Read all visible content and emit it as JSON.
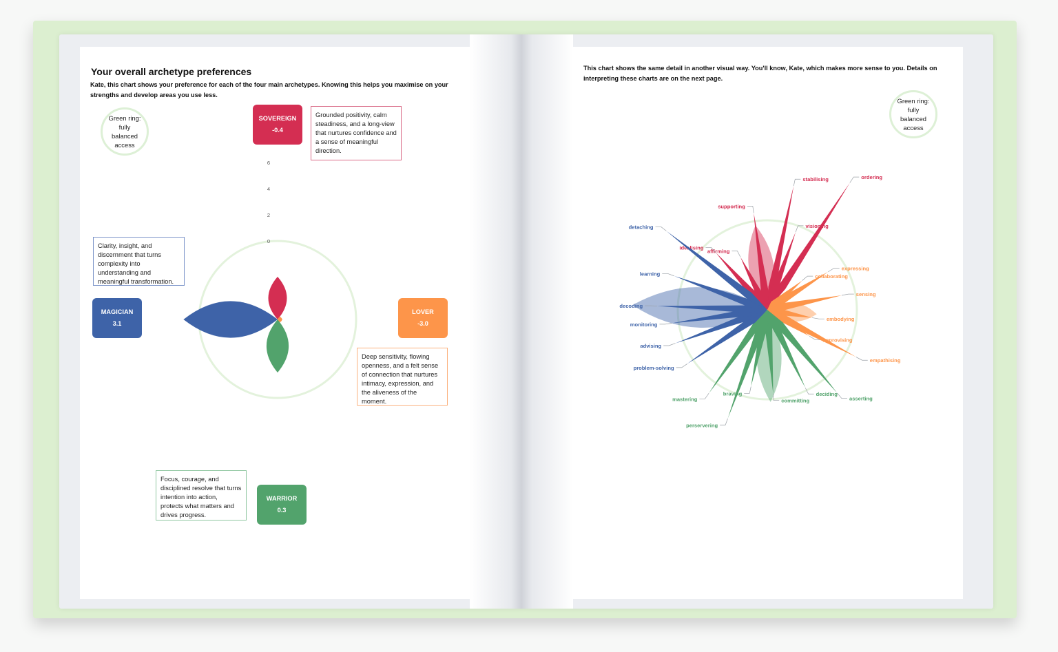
{
  "left_page": {
    "heading": "Your overall archetype preferences",
    "intro": "Kate, this chart shows your preference for each of the four main archetypes. Knowing this helps you maximise on your strengths and develop areas you use less.",
    "ring_note": "Green ring: fully balanced access",
    "archetypes": [
      {
        "name": "SOVEREIGN",
        "score": "-0.4",
        "color": "#d42e52",
        "description": "Grounded positivity, calm steadiness, and a long-view that nurtures confidence and a sense of meaningful direction."
      },
      {
        "name": "MAGICIAN",
        "score": "3.1",
        "color": "#3e63a8",
        "description": "Clarity, insight, and discernment that turns complexity into understanding and meaningful transformation."
      },
      {
        "name": "LOVER",
        "score": "-3.0",
        "color": "#fd954a",
        "description": "Deep sensitivity, flowing openness, and a felt sense of connection that nurtures intimacy, expression, and the aliveness of the moment."
      },
      {
        "name": "WARRIOR",
        "score": "0.3",
        "color": "#52a36c",
        "description": "Focus, courage, and disciplined resolve that turns intention into action, protects what matters and drives progress."
      }
    ]
  },
  "right_page": {
    "intro": "This chart shows the same detail in another visual way.  You'll know, Kate, which makes more sense to you.  Details on interpreting these charts are on the next page.",
    "ring_note": "Green ring: fully balanced access"
  },
  "colors": {
    "sovereign": "#d42e52",
    "magician": "#3e63a8",
    "lover": "#fd954a",
    "warrior": "#52a36c",
    "ring": "#e3f2dc",
    "cover": "#dcefd0"
  },
  "chart_data": [
    {
      "type": "radial-petal",
      "radial_ticks": [
        0,
        2,
        4,
        6
      ],
      "series": [
        {
          "name": "SOVEREIGN",
          "value": -0.4
        },
        {
          "name": "MAGICIAN",
          "value": 3.1
        },
        {
          "name": "LOVER",
          "value": -3.0
        },
        {
          "name": "WARRIOR",
          "value": 0.3
        }
      ]
    },
    {
      "type": "radial-spike",
      "spikes": [
        {
          "label": "stabilising",
          "group": "sovereign",
          "angle": 12,
          "value": 9.2
        },
        {
          "label": "ordering",
          "group": "sovereign",
          "angle": 33,
          "value": 11.0
        },
        {
          "label": "visioning",
          "group": "sovereign",
          "angle": 20,
          "value": 6.0
        },
        {
          "label": "supporting",
          "group": "sovereign",
          "angle": 352,
          "value": 7.1
        },
        {
          "label": "affirming",
          "group": "sovereign",
          "angle": 333,
          "value": 4.3
        },
        {
          "label": "idealising",
          "group": "sovereign",
          "angle": 318,
          "value": 5.6
        },
        {
          "label": "expressing",
          "group": "lover",
          "angle": 58,
          "value": 5.2
        },
        {
          "label": "collaborating",
          "group": "lover",
          "angle": 50,
          "value": 3.3
        },
        {
          "label": "sensing",
          "group": "lover",
          "angle": 79,
          "value": 5.5
        },
        {
          "label": "embodying",
          "group": "lover",
          "angle": 100,
          "value": 3.3
        },
        {
          "label": "improvising",
          "group": "lover",
          "angle": 122,
          "value": 3.6
        },
        {
          "label": "empathising",
          "group": "lover",
          "angle": 118,
          "value": 7.3
        },
        {
          "label": "asserting",
          "group": "warrior",
          "angle": 140,
          "value": 7.9
        },
        {
          "label": "deciding",
          "group": "warrior",
          "angle": 154,
          "value": 6.3
        },
        {
          "label": "committing",
          "group": "warrior",
          "angle": 176,
          "value": 6.1
        },
        {
          "label": "braving",
          "group": "warrior",
          "angle": 192,
          "value": 5.7
        },
        {
          "label": "perservering",
          "group": "warrior",
          "angle": 200,
          "value": 8.4
        },
        {
          "label": "mastering",
          "group": "warrior",
          "angle": 215,
          "value": 7.4
        },
        {
          "label": "problem-solving",
          "group": "magician",
          "angle": 236,
          "value": 7.0
        },
        {
          "label": "advising",
          "group": "magician",
          "angle": 250,
          "value": 7.1
        },
        {
          "label": "monitoring",
          "group": "magician",
          "angle": 262,
          "value": 7.0
        },
        {
          "label": "decoding",
          "group": "magician",
          "angle": 272,
          "value": 8.0
        },
        {
          "label": "learning",
          "group": "magician",
          "angle": 290,
          "value": 7.2
        },
        {
          "label": "detaching",
          "group": "magician",
          "angle": 308,
          "value": 9.3
        }
      ]
    }
  ]
}
